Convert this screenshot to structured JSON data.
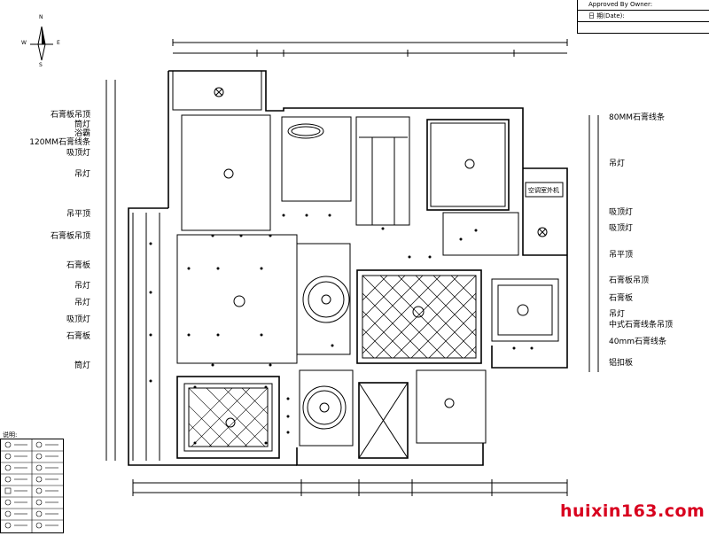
{
  "title_block": {
    "approved_by": "Approved By Owner:",
    "date": "日 期(Date):"
  },
  "compass": {
    "n": "N",
    "e": "E",
    "s": "S",
    "w": "W"
  },
  "left_labels": [
    "石膏板吊顶",
    "筒灯",
    "浴霸",
    "120MM石膏线条",
    "吸顶灯",
    "吊灯",
    "吊平顶",
    "石膏板吊顶",
    "石膏板",
    "吊灯",
    "吊灯",
    "吸顶灯",
    "石膏板",
    "筒灯"
  ],
  "right_labels": [
    "80MM石膏线条",
    "吊灯",
    "吸顶灯",
    "吸顶灯",
    "吊平顶",
    "石膏板吊顶",
    "石膏板",
    "吊灯",
    "中式石膏线条吊顶",
    "40mm石膏线条",
    "铝扣板"
  ],
  "room_text": {
    "ac": "空调室外机"
  },
  "legend": {
    "title": "说明:"
  },
  "watermark": "huixin163.com"
}
